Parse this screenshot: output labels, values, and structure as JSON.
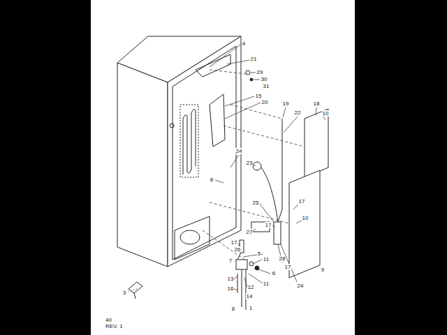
{
  "diagram": {
    "labels": [
      "4",
      "21",
      "29",
      "30",
      "31",
      "15",
      "20",
      "19",
      "18",
      "22",
      "10",
      "24",
      "23",
      "8",
      "25",
      "17",
      "10",
      "17",
      "27",
      "17",
      "26",
      "5",
      "11",
      "7",
      "28",
      "17",
      "9",
      "6",
      "13",
      "24",
      "11",
      "12",
      "16",
      "14",
      "1",
      "8",
      "3",
      "40",
      "REV. 1"
    ]
  }
}
